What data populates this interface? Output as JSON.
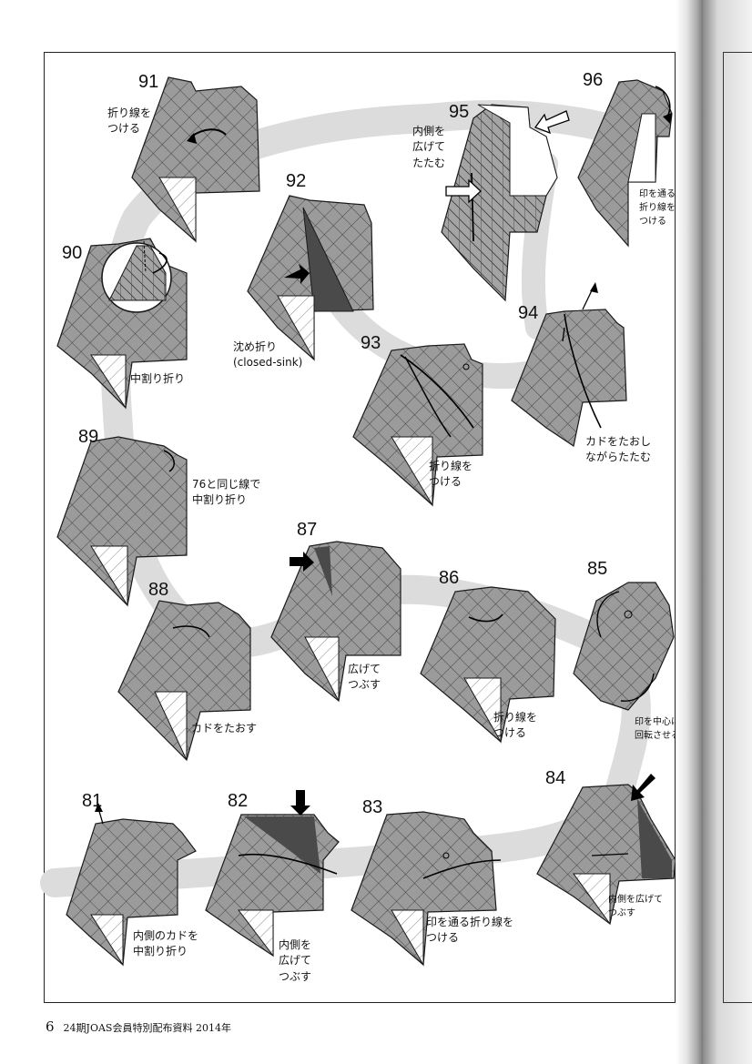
{
  "page": {
    "number": "6",
    "footer_text": "24期JOAS会員特別配布資料 2014年"
  },
  "colors": {
    "paper_gray": "#9b9b9b",
    "dark_gray": "#4a4a4a",
    "path_band": "#dcdcdc",
    "line": "#1a1a1a"
  },
  "steps": [
    {
      "number": "91",
      "caption": "折り線を\nつける"
    },
    {
      "number": "92",
      "caption": "沈め折り\n(closed-sink)"
    },
    {
      "number": "95",
      "caption": "内側を\n広げて\nたたむ"
    },
    {
      "number": "96",
      "caption": "印を通る\n折り線を\nつける"
    },
    {
      "number": "90",
      "caption": "中割り折り"
    },
    {
      "number": "94",
      "caption": "カドをたおし\nながらたたむ"
    },
    {
      "number": "93",
      "caption": "折り線を\nつける"
    },
    {
      "number": "89",
      "caption": "76と同じ線で\n中割り折り"
    },
    {
      "number": "87",
      "caption": "広げて\nつぶす"
    },
    {
      "number": "88",
      "caption": "カドをたおす"
    },
    {
      "number": "86",
      "caption": "折り線を\nつける"
    },
    {
      "number": "85",
      "caption": "印を中心に\n回転させる"
    },
    {
      "number": "84",
      "caption": "内側を広げて\nつぶす"
    },
    {
      "number": "81",
      "caption": "内側のカドを\n中割り折り"
    },
    {
      "number": "82",
      "caption": "内側を\n広げて\nつぶす"
    },
    {
      "number": "83",
      "caption": "印を通る折り線を\nつける"
    }
  ]
}
